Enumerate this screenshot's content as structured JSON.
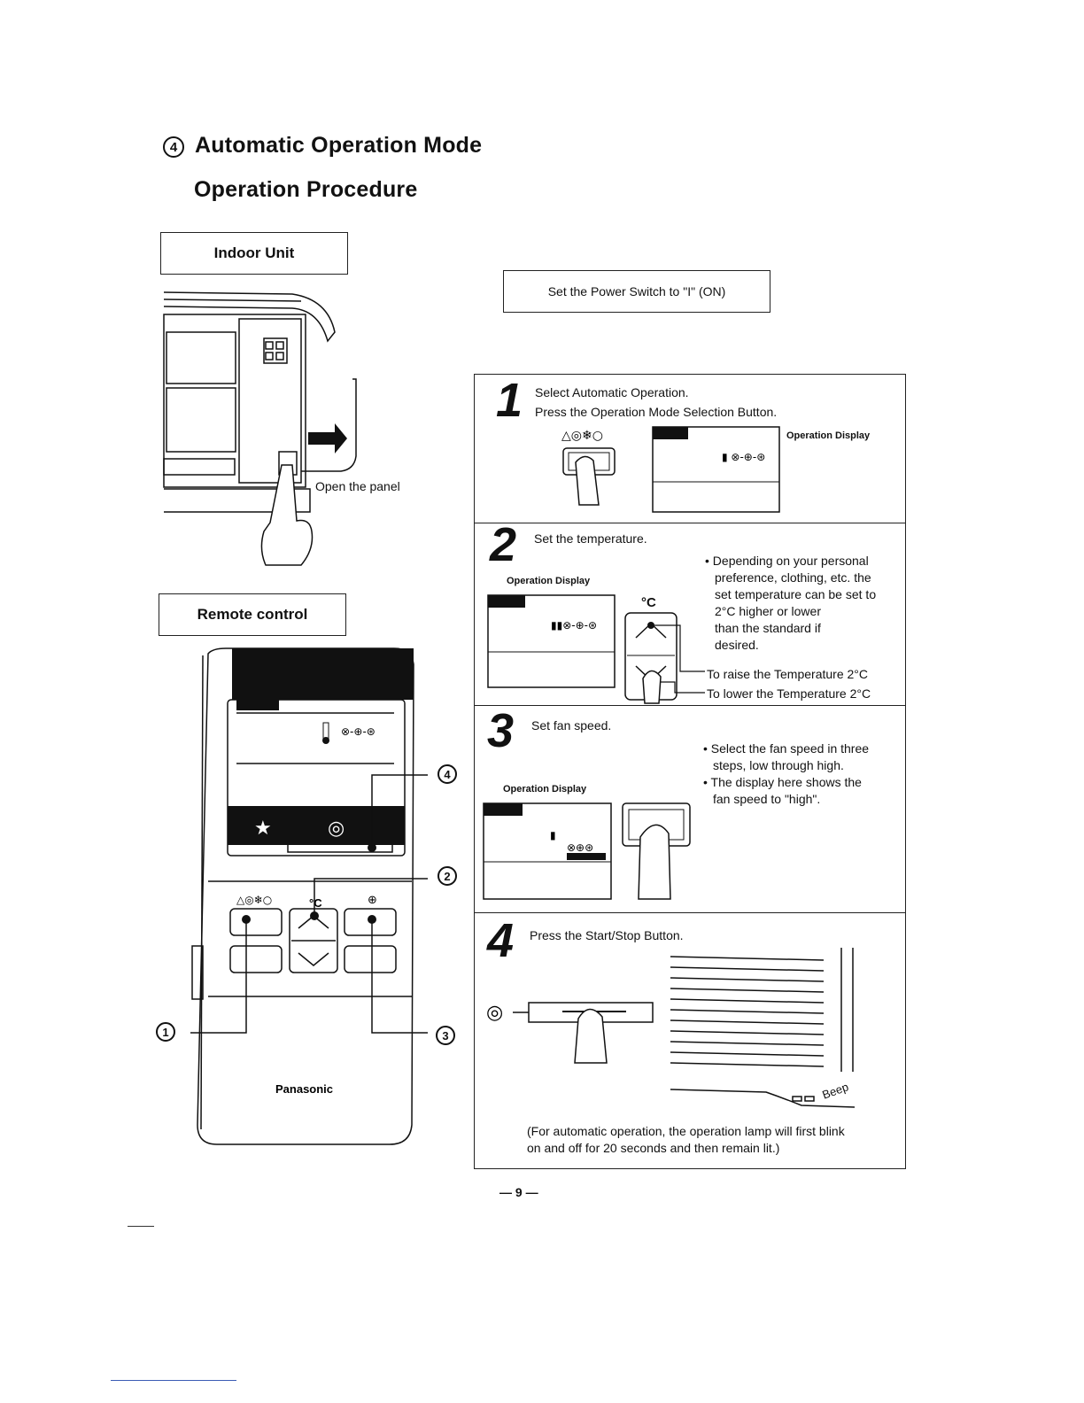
{
  "header": {
    "section_number": "4",
    "title": "Automatic Operation Mode",
    "subtitle": "Operation Procedure"
  },
  "indoor": {
    "label": "Indoor Unit",
    "open_panel": "Open the panel"
  },
  "remote": {
    "label": "Remote control",
    "brand": "Panasonic",
    "callouts": [
      "1",
      "2",
      "3",
      "4"
    ]
  },
  "power": {
    "text": "Set the Power Switch to \"I\" (ON)"
  },
  "steps": [
    {
      "number": "1",
      "line1": "Select Automatic Operation.",
      "line2": "Press the Operation Mode Selection Button.",
      "display_label": "Operation Display"
    },
    {
      "number": "2",
      "line1": "Set the temperature.",
      "display_label": "Operation Display",
      "unit": "°C",
      "bullet": [
        "• Depending on your personal",
        "preference, clothing, etc. the",
        "set temperature can be set to",
        "2°C higher   or lower",
        "than the standard    if",
        "desired."
      ],
      "raise": "To raise the Temperature 2°C",
      "lower": "To lower the Temperature 2°C"
    },
    {
      "number": "3",
      "line1": "Set fan speed.",
      "display_label": "Operation Display",
      "bullets": [
        "• Select the fan speed in three",
        "steps, low through high.",
        "• The display here shows the",
        "fan speed to \"high\"."
      ]
    },
    {
      "number": "4",
      "line1": "Press the Start/Stop Button.",
      "beep": "Beep",
      "note_line1": "(For automatic operation, the operation lamp will first blink",
      "note_line2": "on and off for 20 seconds and then remain lit.)"
    }
  ],
  "footer": {
    "page": "— 9 —"
  }
}
